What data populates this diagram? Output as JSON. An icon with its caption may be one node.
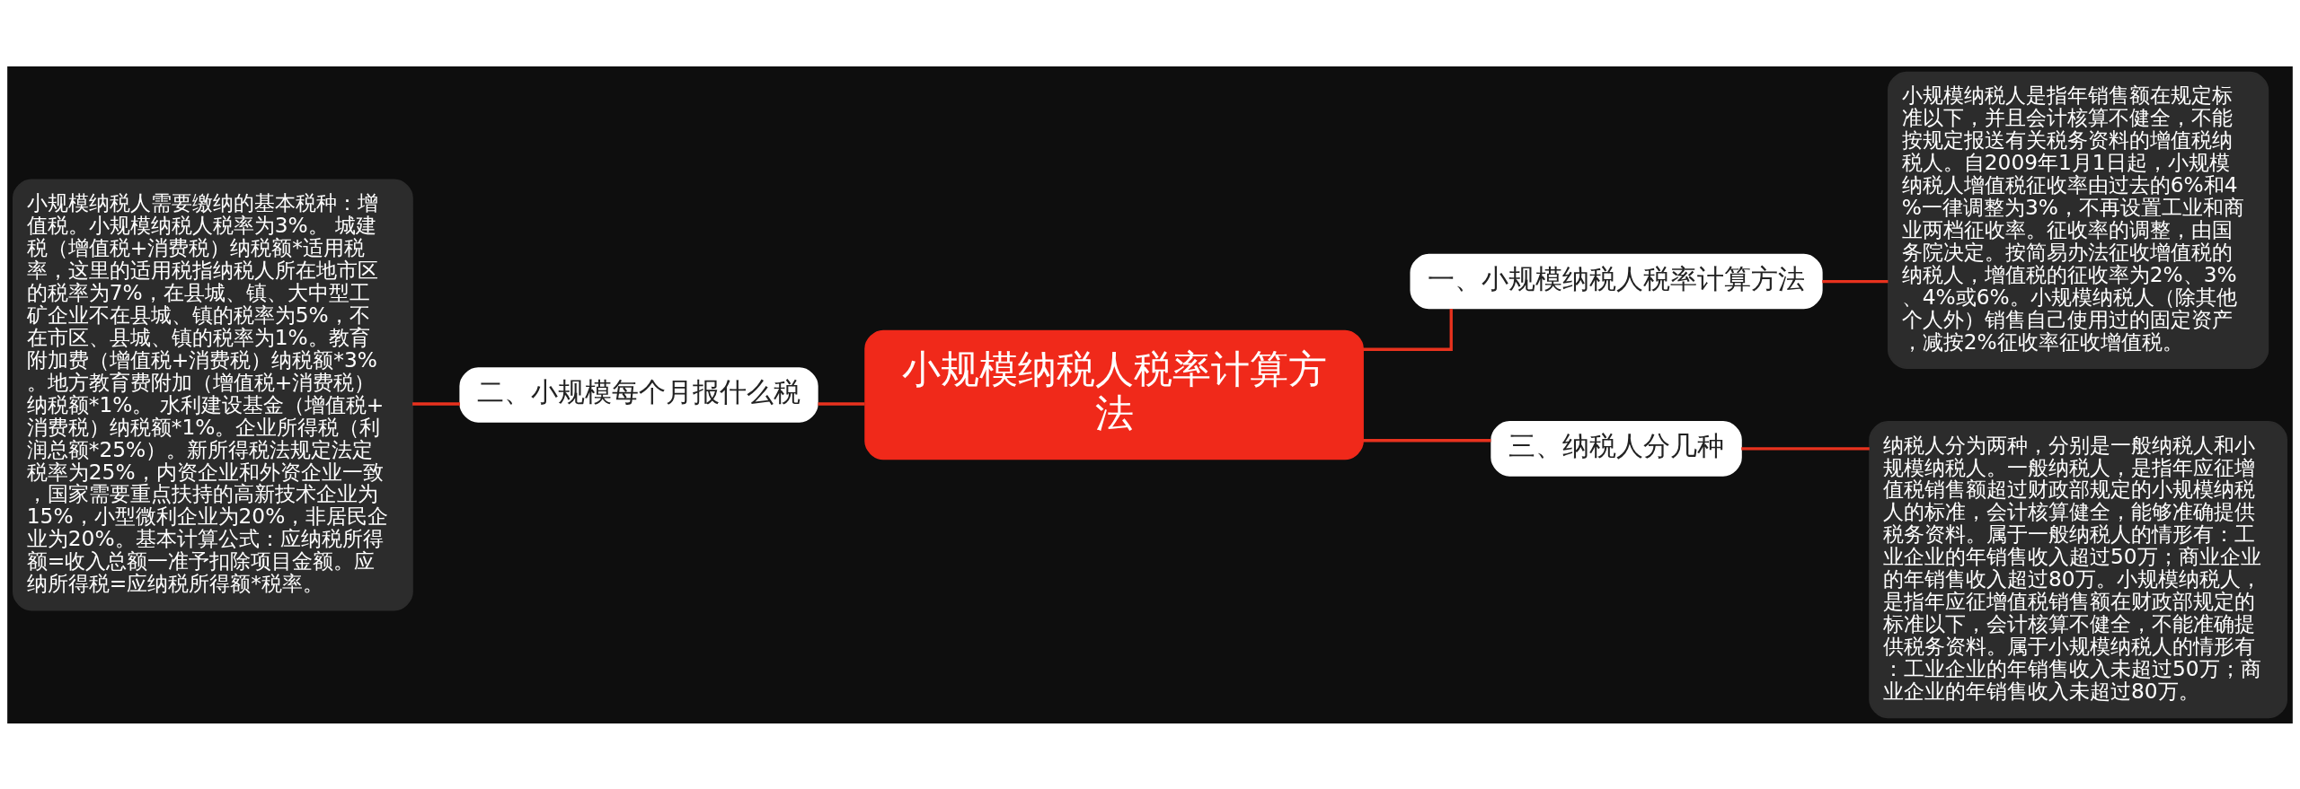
{
  "diagram": {
    "nodes": [
      {
        "text": [
          "小规模纳税人税率计算方法"
        ]
      },
      {
        "text": [
          "一、小规模纳税人税率计算方法"
        ]
      },
      {
        "text": [
          "小规模纳税人是指年销售额在规定标准以下，并且会计核算不健全，不能按规定报送有关税务资料的增值税纳税人。自2009年1月1日起，小规模纳税人增值税征收率由过去的6%和4%一律调整为3%，不再设置工业和商业两档征收率。征收率的调整，由国务院决定。按简易办法征收增值税的纳税人，增值税的征收率为2%、3%、4%或6%。小规模纳税人（除其他个人外）销售自己使用过的固定资产，减按2%征收率征收增值税。"
        ]
      },
      {
        "text": [
          "二、小规模每个月报什么税"
        ]
      },
      {
        "text": [
          "小规模纳税人需要缴纳的基本税种：增值税。小规模纳税人税率为3%。 城建税（增值税+消费税）纳税额*适用税率，这里的适用税指纳税人所在地市区的税率为7%，在县城、镇、大中型工矿企业不在县城、镇的税率为5%，不在市区、县城、镇的税率为1%。教育附加费（增值税+消费税）纳税额*3%。地方教育费附加（增值税+消费税）纳税额*1%。 水利建设基金（增值税+消费税）纳税额*1%。企业所得税（利润总额*25%）。新所得税法规定法定税率为25%，内资企业和外资企业一致，国家需要重点扶持的高新技术企业为15%，小型微利企业为20%，非居民企业为20%。基本计算公式：应纳税所得额=收入总额一准予扣除项目金额。应纳所得税=应纳税所得额*税率。"
        ]
      },
      {
        "text": [
          "三、纳税人分几种"
        ]
      },
      {
        "text": [
          "纳税人分为两种，分别是一般纳税人和小规模纳税人。一般纳税人，是指年应征增值税销售额超过财政部规定的小规模纳税人的标准，会计核算健全，能够准确提供税务资料。属于一般纳税人的情形有：工业企业的年销售收入超过50万；商业企业的年销售收入超过80万。小规模纳税人，是指年应征增值税销售额在财政部规定的标准以下，会计核算不健全，不能准确提供税务资料。属于小规模纳税人的情形有：工业企业的年销售收入未超过50万；商业企业的年销售收入未超过80万。"
        ]
      }
    ],
    "edges": [
      {
        "from": 0,
        "to": 1,
        "arrow": "none"
      },
      {
        "from": 1,
        "to": 2,
        "arrow": "none"
      },
      {
        "from": 0,
        "to": 3,
        "arrow": "none"
      },
      {
        "from": 3,
        "to": 4,
        "arrow": "none"
      },
      {
        "from": 0,
        "to": 5,
        "arrow": "none"
      },
      {
        "from": 5,
        "to": 6,
        "arrow": "none"
      }
    ]
  }
}
